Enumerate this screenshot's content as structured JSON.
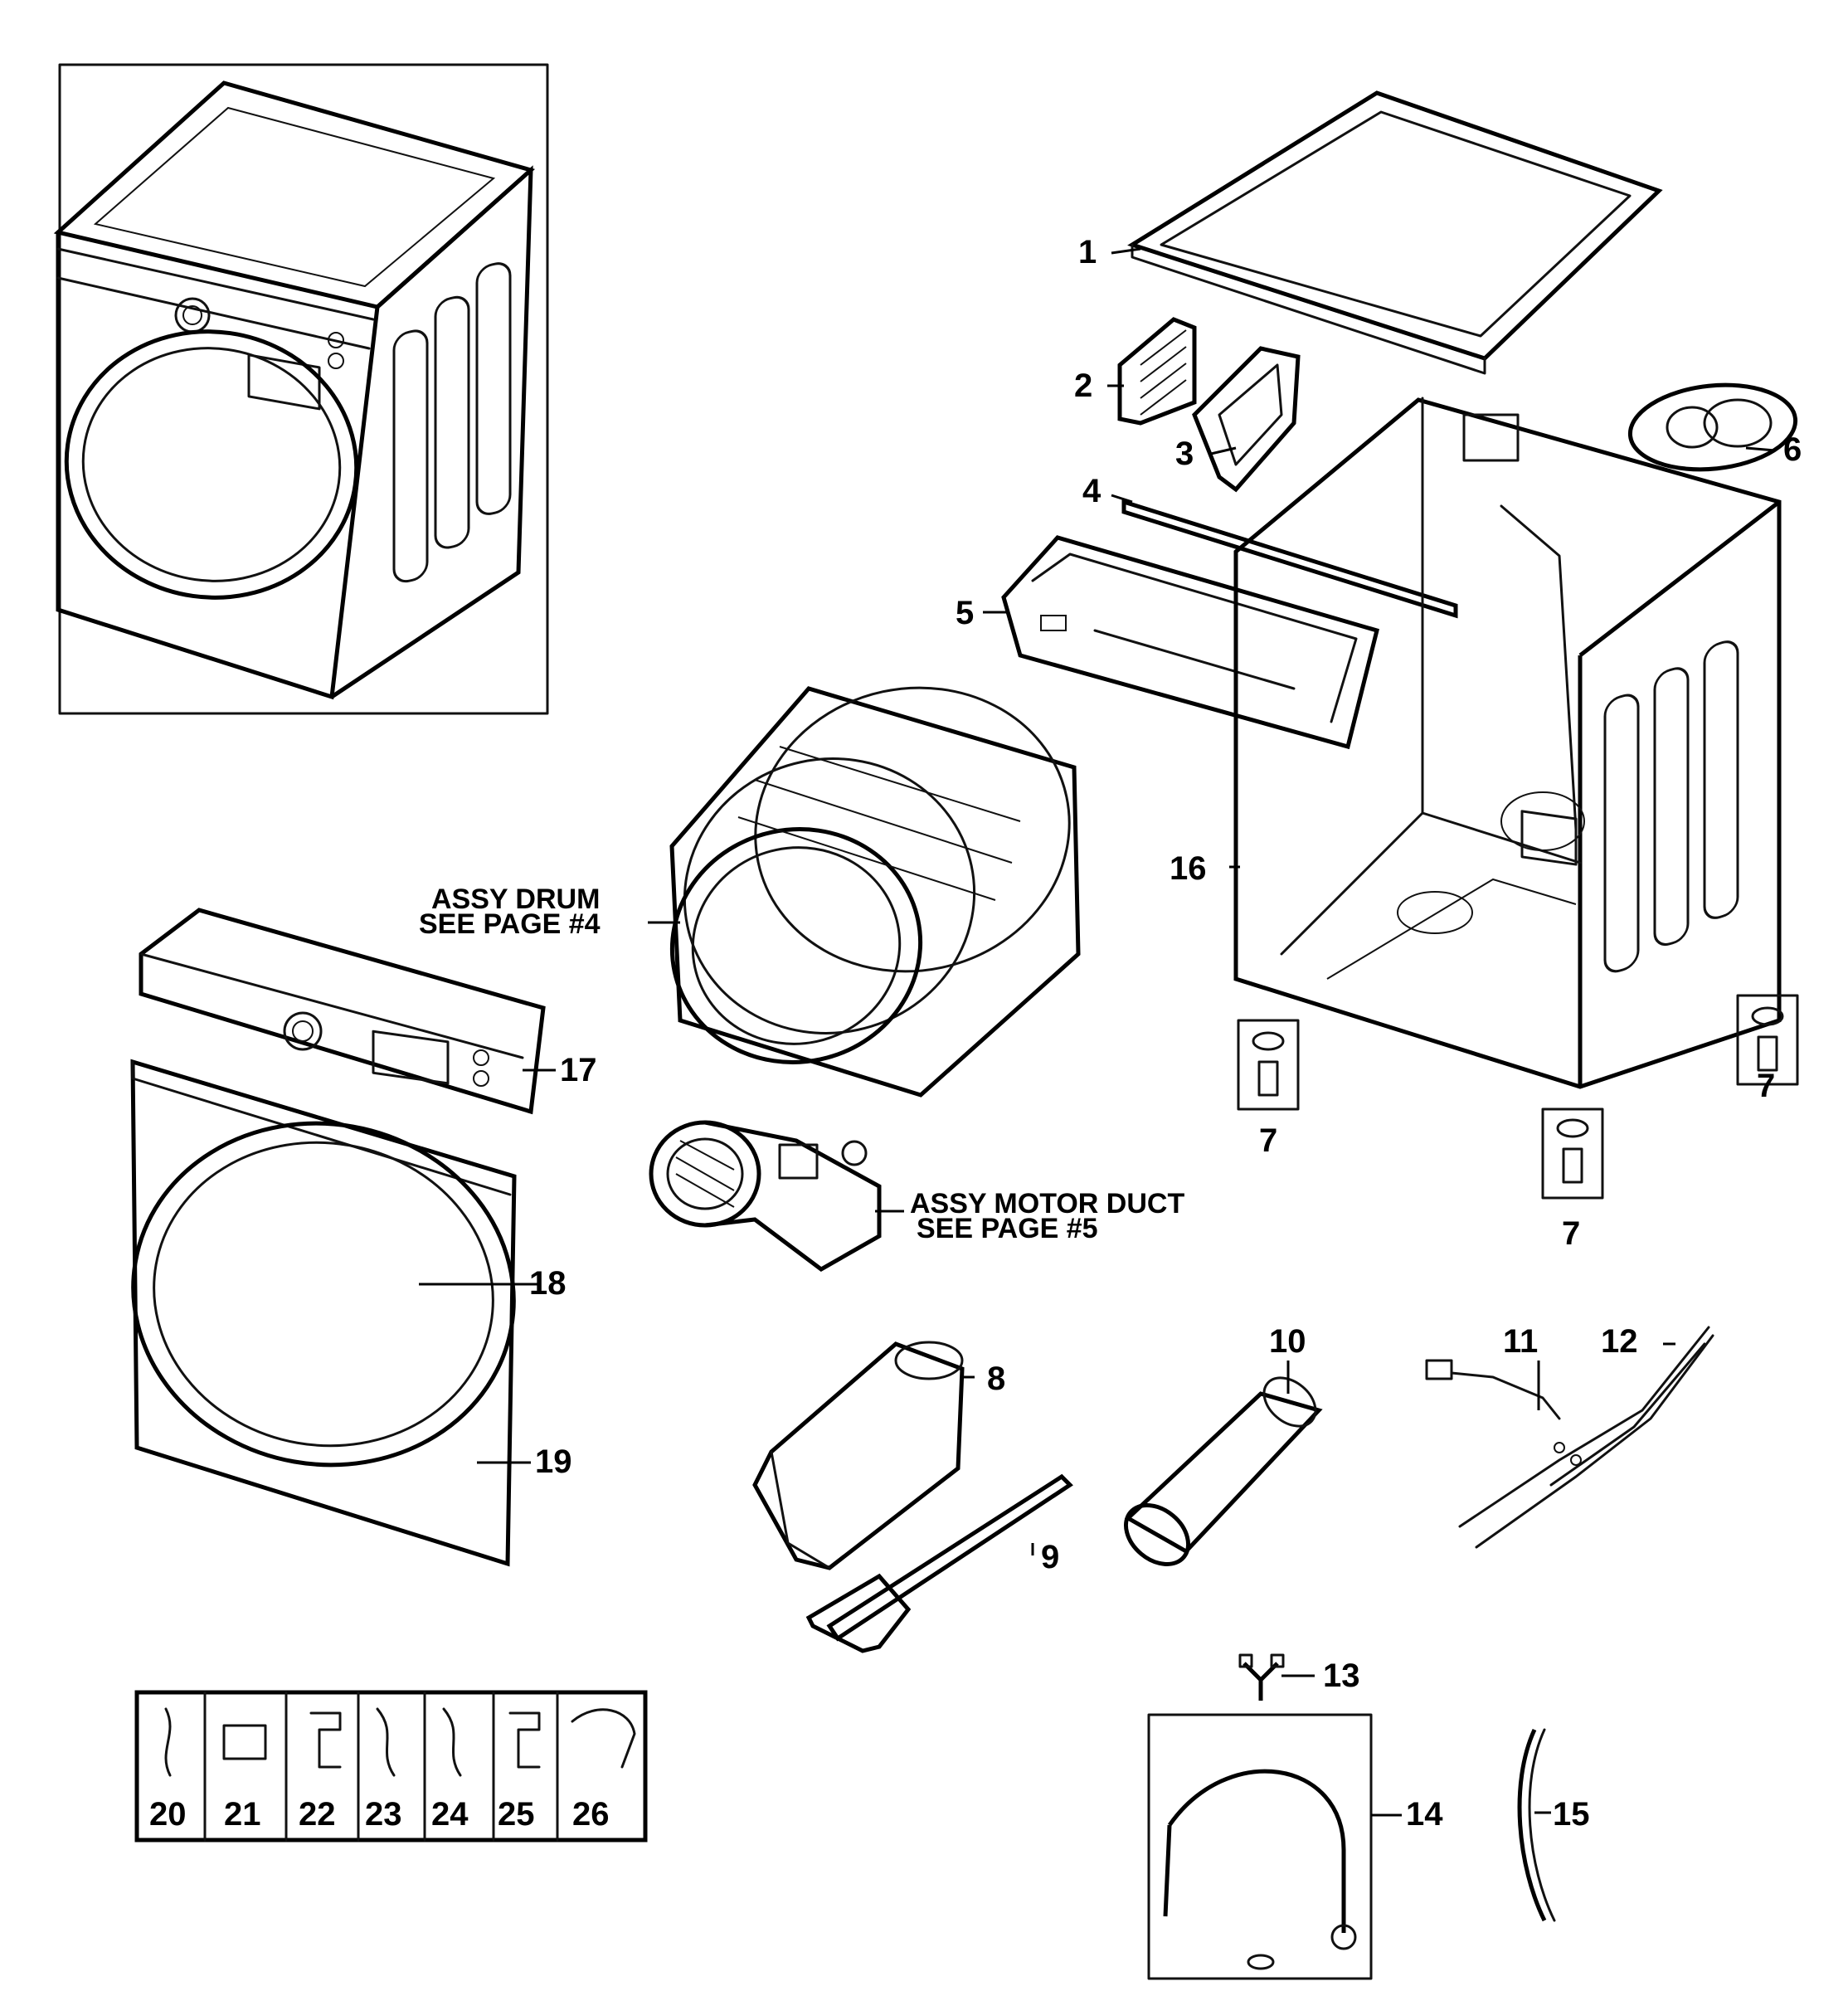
{
  "parts": {
    "p1": "1",
    "p2": "2",
    "p3": "3",
    "p4": "4",
    "p5": "5",
    "p6": "6",
    "p7a": "7",
    "p7b": "7",
    "p7c": "7",
    "p8": "8",
    "p9": "9",
    "p10": "10",
    "p11": "11",
    "p12": "12",
    "p13": "13",
    "p14": "14",
    "p15": "15",
    "p16": "16",
    "p17": "17",
    "p18": "18",
    "p19": "19",
    "p20": "20",
    "p21": "21",
    "p22": "22",
    "p23": "23",
    "p24": "24",
    "p25": "25",
    "p26": "26"
  },
  "references": {
    "drum_line1": "ASSY DRUM",
    "drum_line2": "SEE PAGE #4",
    "motor_line1": "ASSY MOTOR DUCT",
    "motor_line2": "SEE PAGE #5"
  }
}
